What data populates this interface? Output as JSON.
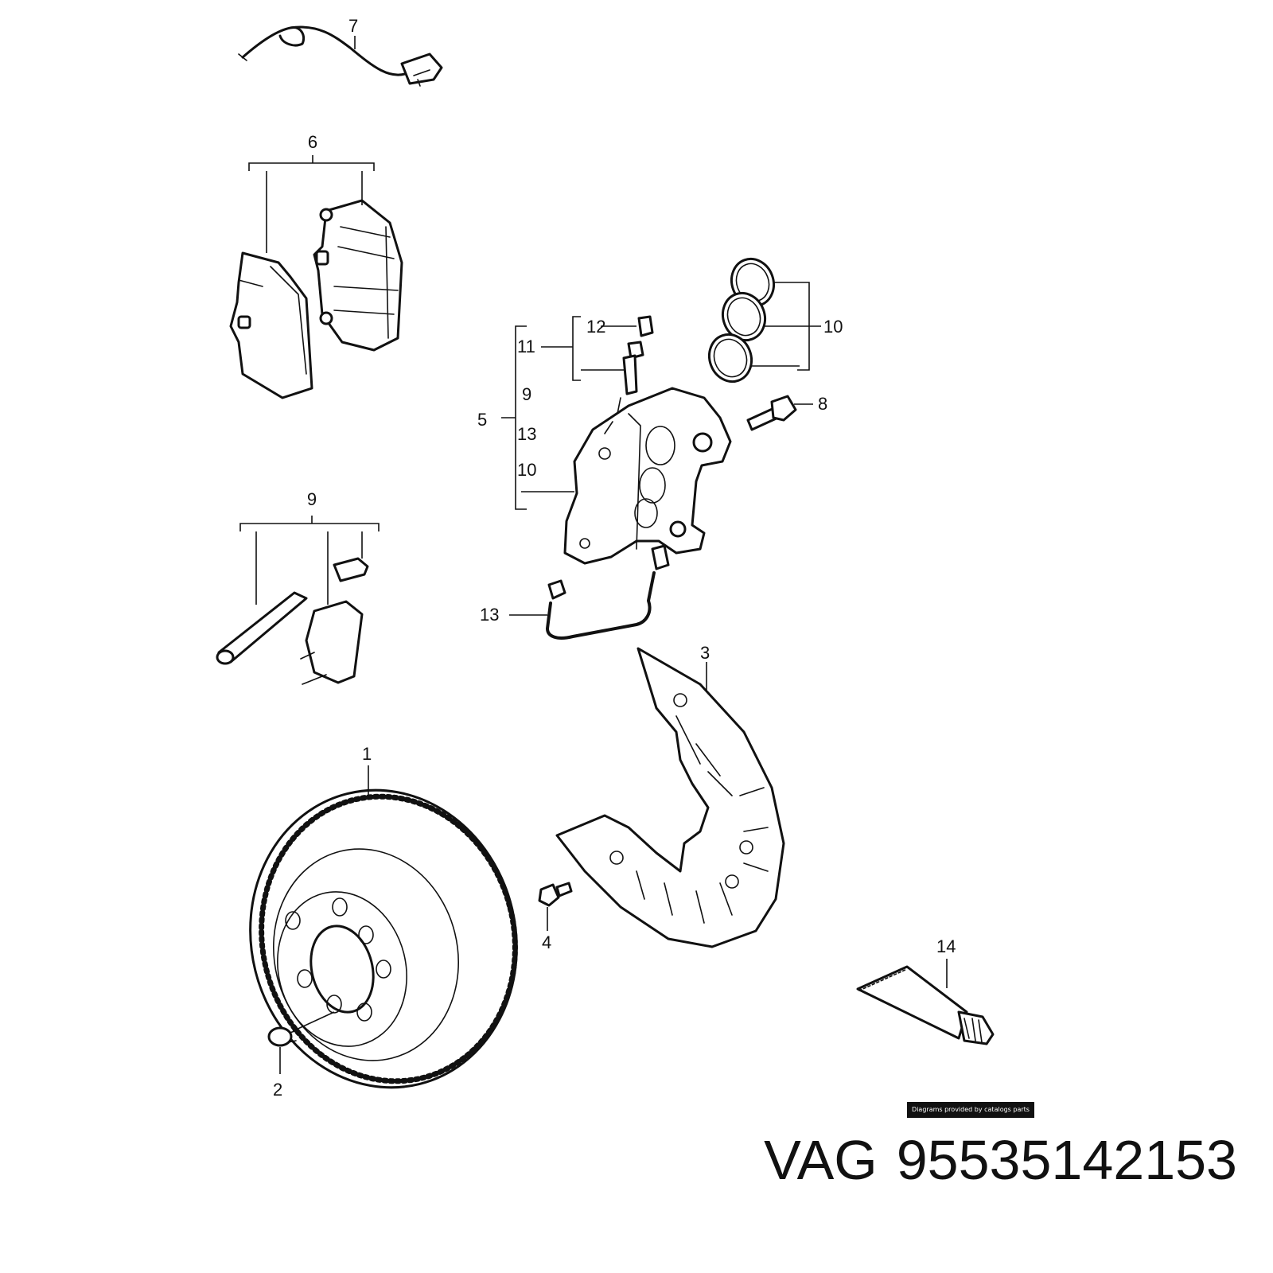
{
  "diagram": {
    "callouts": {
      "c1": "1",
      "c2": "2",
      "c3": "3",
      "c4": "4",
      "c5": "5",
      "c6": "6",
      "c7": "7",
      "c8": "8",
      "c9": "9",
      "c10": "10",
      "c11": "11",
      "c12": "12",
      "c13": "13",
      "c14": "14",
      "g9": "9",
      "g13": "13",
      "g10": "10"
    },
    "credit": "Diagrams provided by catalogs parts"
  },
  "caption": {
    "brand": "VAG",
    "part_number": "95535142153"
  }
}
